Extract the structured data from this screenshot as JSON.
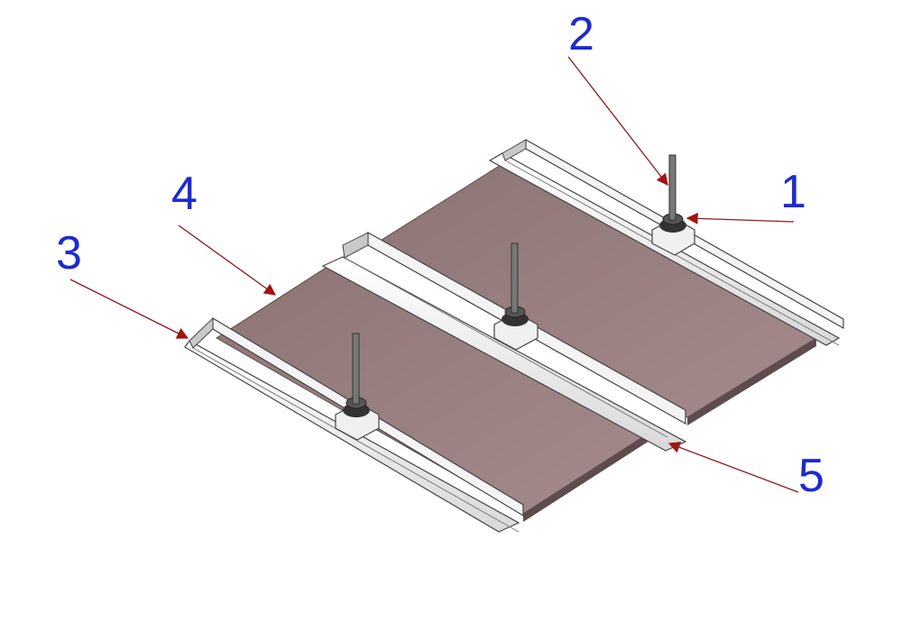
{
  "callouts": [
    {
      "id": "1",
      "label": "1"
    },
    {
      "id": "2",
      "label": "2"
    },
    {
      "id": "3",
      "label": "3"
    },
    {
      "id": "4",
      "label": "4"
    },
    {
      "id": "5",
      "label": "5"
    }
  ],
  "colors": {
    "panel": "#957a7c",
    "panel_edge": "#5e4c4d",
    "rail": "#f2f2f2",
    "rail_shade": "#c9c9c9",
    "rail_outline": "#444444",
    "label": "#1e2ad0",
    "leader": "#8a1c1c",
    "arrowhead": "#a01414"
  },
  "icons": {
    "bolt": "threaded-rod-icon",
    "nut": "hex-nut-icon",
    "clamp": "bracket-block-icon"
  }
}
